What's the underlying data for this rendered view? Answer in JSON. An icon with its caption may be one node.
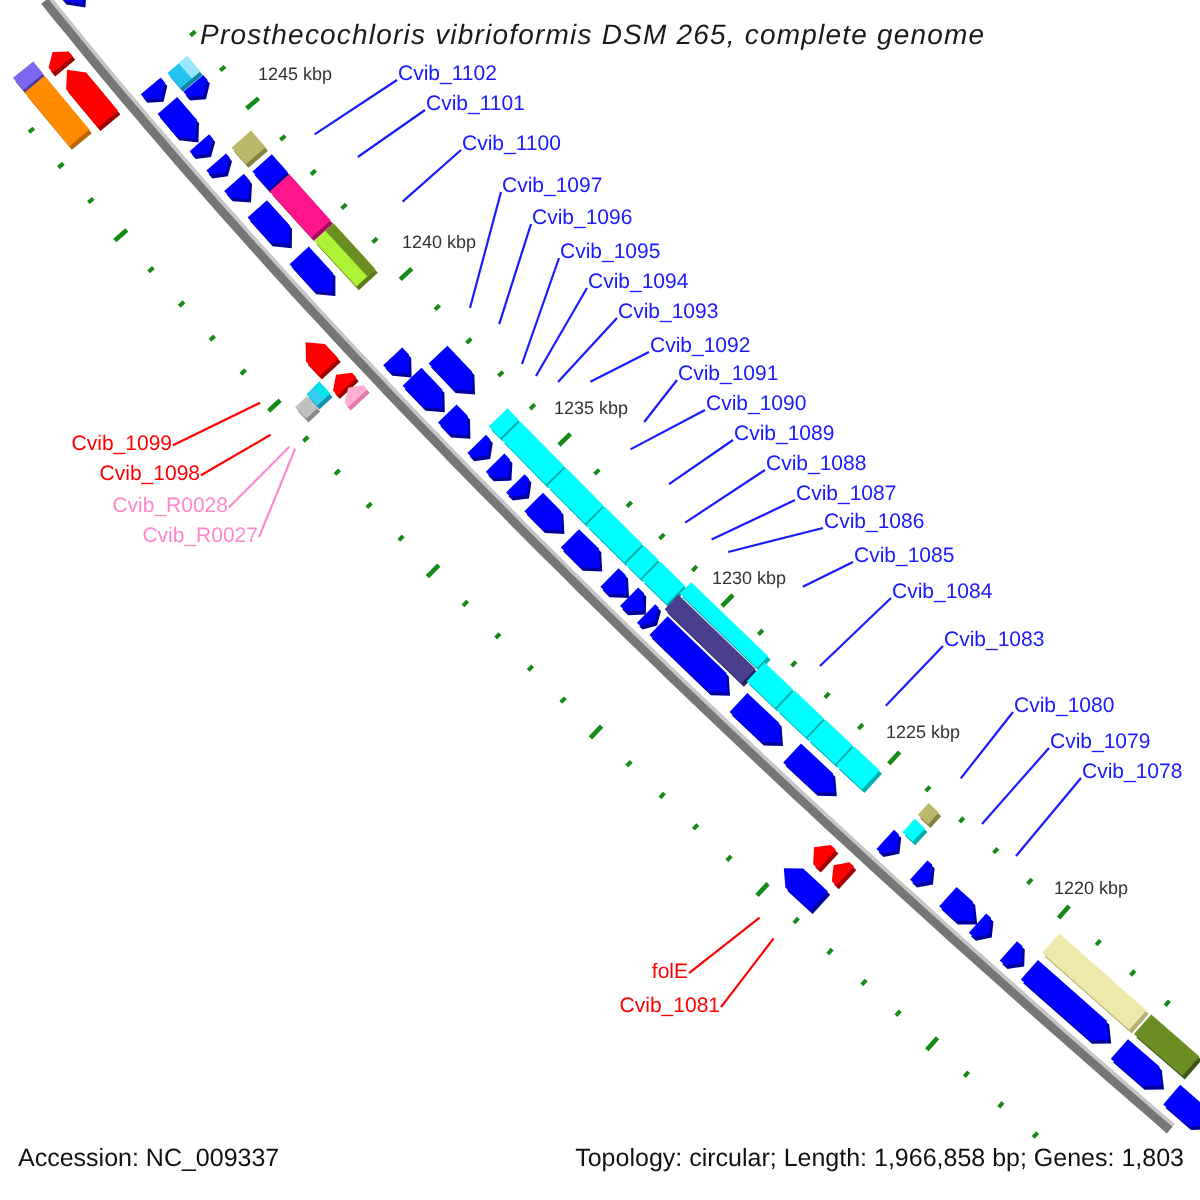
{
  "diagram": {
    "title": "Prosthecochloris vibrioformis DSM 265, complete genome",
    "nodes": [
      {
        "text": [
          "Cvib_1102"
        ]
      },
      {
        "text": [
          "Cvib_1101"
        ]
      },
      {
        "text": [
          "Cvib_1100"
        ]
      },
      {
        "text": [
          "Cvib_1097"
        ]
      },
      {
        "text": [
          "Cvib_1096"
        ]
      },
      {
        "text": [
          "Cvib_1095"
        ]
      },
      {
        "text": [
          "Cvib_1094"
        ]
      },
      {
        "text": [
          "Cvib_1093"
        ]
      },
      {
        "text": [
          "Cvib_1092"
        ]
      },
      {
        "text": [
          "Cvib_1091"
        ]
      },
      {
        "text": [
          "Cvib_1090"
        ]
      },
      {
        "text": [
          "Cvib_1089"
        ]
      },
      {
        "text": [
          "Cvib_1099"
        ]
      },
      {
        "text": [
          "Cvib_1088"
        ]
      },
      {
        "text": [
          "Cvib_1098"
        ]
      },
      {
        "text": [
          "Cvib_1087"
        ]
      },
      {
        "text": [
          "Cvib_R0028"
        ]
      },
      {
        "text": [
          "Cvib_1086"
        ]
      },
      {
        "text": [
          "Cvib_R0027"
        ]
      },
      {
        "text": [
          "Cvib_1085"
        ]
      },
      {
        "text": [
          "Cvib_1084"
        ]
      },
      {
        "text": [
          "Cvib_1083"
        ]
      },
      {
        "text": [
          "Cvib_1080"
        ]
      },
      {
        "text": [
          "Cvib_1079"
        ]
      },
      {
        "text": [
          "Cvib_1078"
        ]
      },
      {
        "text": [
          "folE"
        ]
      },
      {
        "text": [
          "Cvib_1081"
        ]
      }
    ],
    "edges": [
      {
        "from": 0,
        "to": null,
        "arrow": "none"
      },
      {
        "from": 1,
        "to": null,
        "arrow": "none"
      },
      {
        "from": 2,
        "to": null,
        "arrow": "none"
      },
      {
        "from": 3,
        "to": null,
        "arrow": "none"
      },
      {
        "from": 4,
        "to": null,
        "arrow": "none"
      },
      {
        "from": 5,
        "to": null,
        "arrow": "none"
      },
      {
        "from": 6,
        "to": null,
        "arrow": "none"
      },
      {
        "from": 7,
        "to": null,
        "arrow": "none"
      },
      {
        "from": 8,
        "to": null,
        "arrow": "none"
      },
      {
        "from": 9,
        "to": null,
        "arrow": "none"
      },
      {
        "from": 10,
        "to": null,
        "arrow": "none"
      },
      {
        "from": 11,
        "to": null,
        "arrow": "none"
      },
      {
        "from": 12,
        "to": null,
        "arrow": "none",
        "color": "#ff0000"
      },
      {
        "from": 13,
        "to": null,
        "arrow": "none"
      },
      {
        "from": 14,
        "to": null,
        "arrow": "none",
        "color": "#ff0000"
      },
      {
        "from": 15,
        "to": null,
        "arrow": "none"
      },
      {
        "from": 16,
        "to": null,
        "arrow": "none",
        "color": "#ff88cc"
      },
      {
        "from": 17,
        "to": null,
        "arrow": "none"
      },
      {
        "from": 18,
        "to": null,
        "arrow": "none",
        "color": "#ff88cc"
      },
      {
        "from": 19,
        "to": null,
        "arrow": "none"
      },
      {
        "from": 20,
        "to": null,
        "arrow": "none"
      },
      {
        "from": 21,
        "to": null,
        "arrow": "none"
      },
      {
        "from": 22,
        "to": null,
        "arrow": "none"
      },
      {
        "from": 23,
        "to": null,
        "arrow": "none"
      },
      {
        "from": 24,
        "to": null,
        "arrow": "none"
      },
      {
        "from": 25,
        "to": null,
        "arrow": "none",
        "color": "#ff0000"
      },
      {
        "from": 26,
        "to": null,
        "arrow": "none",
        "color": "#ff0000"
      }
    ],
    "labels": [
      "1245 kbp",
      "1240 kbp",
      "1235 kbp",
      "1230 kbp",
      "1225 kbp",
      "1220 kbp",
      "Accession: NC_009337",
      "Topology: circular; Length: 1,966,858 bp; Genes: 1,803"
    ]
  }
}
